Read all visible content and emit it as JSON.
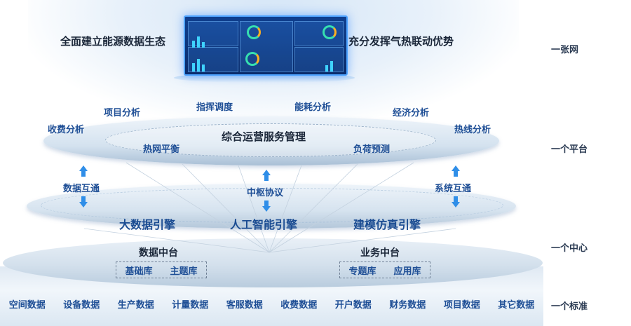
{
  "headlines": {
    "left": "全面建立能源数据生态",
    "right": "充分发挥气热联动优势"
  },
  "layers": {
    "network": "一张网",
    "platform": "一个平台",
    "center": "一个中心",
    "standard": "一个标准"
  },
  "platform": {
    "title": "综合运营服务管理",
    "outer_items": [
      "收费分析",
      "项目分析",
      "指挥调度",
      "能耗分析",
      "经济分析",
      "热线分析"
    ],
    "inner_items": [
      "热网平衡",
      "负荷预测"
    ]
  },
  "links": {
    "left": "数据互通",
    "center": "中枢协议",
    "right": "系统互通"
  },
  "engines": [
    "大数据引擎",
    "人工智能引擎",
    "建模仿真引擎"
  ],
  "middle_platforms": [
    {
      "title": "数据中台",
      "items": [
        "基础库",
        "主题库"
      ]
    },
    {
      "title": "业务中台",
      "items": [
        "专题库",
        "应用库"
      ]
    }
  ],
  "data_sources": [
    "空间数据",
    "设备数据",
    "生产数据",
    "计量数据",
    "客服数据",
    "收费数据",
    "开户数据",
    "财务数据",
    "项目数据",
    "其它数据"
  ],
  "colors": {
    "accent_blue": "#1f4f96",
    "arrow_blue": "#2f8ee8",
    "screen_blue": "#0f3f8f"
  }
}
